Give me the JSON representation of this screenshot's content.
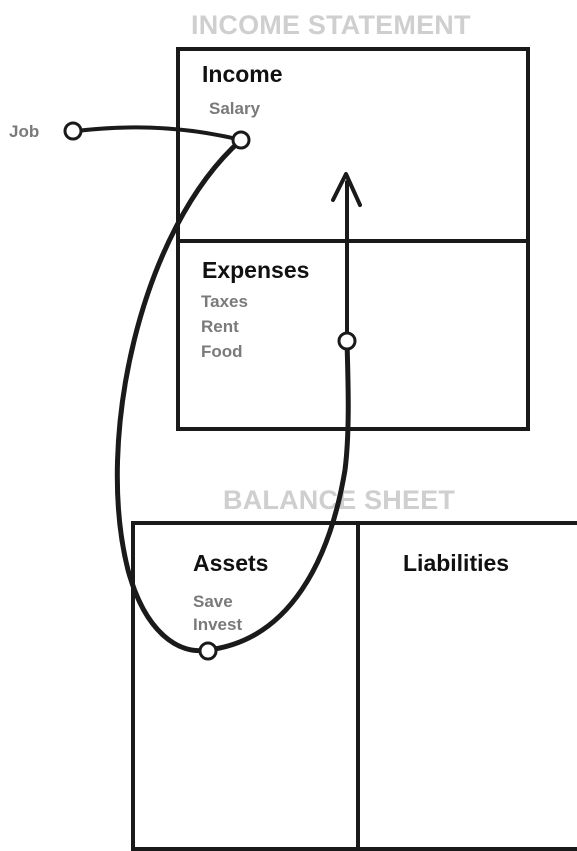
{
  "income_statement": {
    "title": "INCOME STATEMENT",
    "income": {
      "label": "Income",
      "items": [
        "Salary"
      ]
    },
    "expenses": {
      "label": "Expenses",
      "items": [
        "Taxes",
        "Rent",
        "Food"
      ]
    }
  },
  "balance_sheet": {
    "title": "BALANCE SHEET",
    "assets": {
      "label": "Assets",
      "items": [
        "Save",
        "Invest"
      ]
    },
    "liabilities": {
      "label": "Liabilities"
    }
  },
  "source": {
    "label": "Job"
  },
  "colors": {
    "line": "#1a1a1a",
    "header": "#cfcfcf",
    "item": "#7a7a7a"
  }
}
